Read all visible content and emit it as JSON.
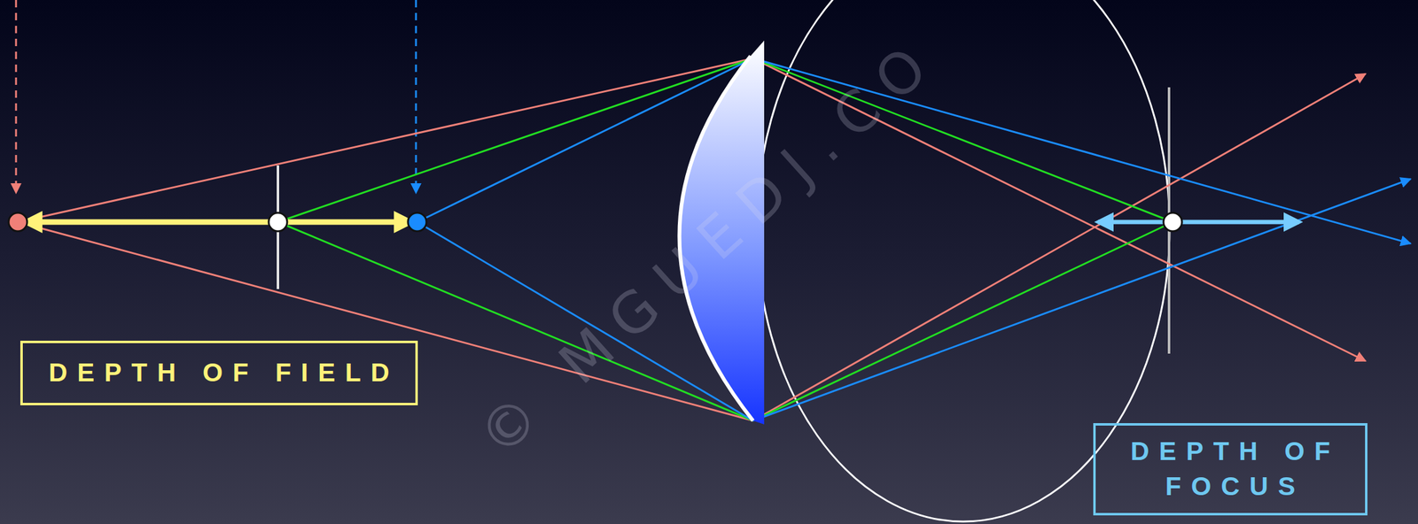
{
  "diagram": {
    "nodes": [
      {
        "text": [
          "DEPTH OF FIELD"
        ]
      },
      {
        "text": [
          "DEPTH OF FOCUS"
        ]
      }
    ],
    "labels": [
      "© MGUEDJ.CO"
    ]
  }
}
